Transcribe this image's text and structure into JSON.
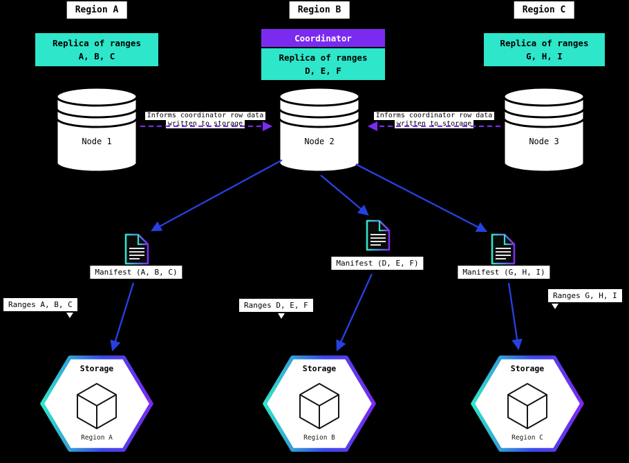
{
  "colors": {
    "background": "#000000",
    "teal_accent": "#2EE6C9",
    "purple_accent": "#7B2BF0",
    "arrow_blue": "#2640E0"
  },
  "coordinator_label": "Coordinator",
  "informs_label": {
    "line1": "Informs coordinator row data",
    "line2": "written to storage"
  },
  "regions": [
    {
      "header": "Region A",
      "replica_line1": "Replica of ranges",
      "replica_line2": "A, B, C",
      "node_label": "Node 1",
      "manifest_label": "Manifest (A, B, C)",
      "ranges_label": "Ranges A, B, C",
      "storage_title": "Storage",
      "storage_region": "Region A"
    },
    {
      "header": "Region B",
      "replica_line1": "Replica of ranges",
      "replica_line2": "D, E, F",
      "node_label": "Node 2",
      "manifest_label": "Manifest (D, E, F)",
      "ranges_label": "Ranges D, E, F",
      "storage_title": "Storage",
      "storage_region": "Region B"
    },
    {
      "header": "Region C",
      "replica_line1": "Replica of ranges",
      "replica_line2": "G, H, I",
      "node_label": "Node 3",
      "manifest_label": "Manifest (G, H, I)",
      "ranges_label": "Ranges G, H, I",
      "storage_title": "Storage",
      "storage_region": "Region C"
    }
  ]
}
